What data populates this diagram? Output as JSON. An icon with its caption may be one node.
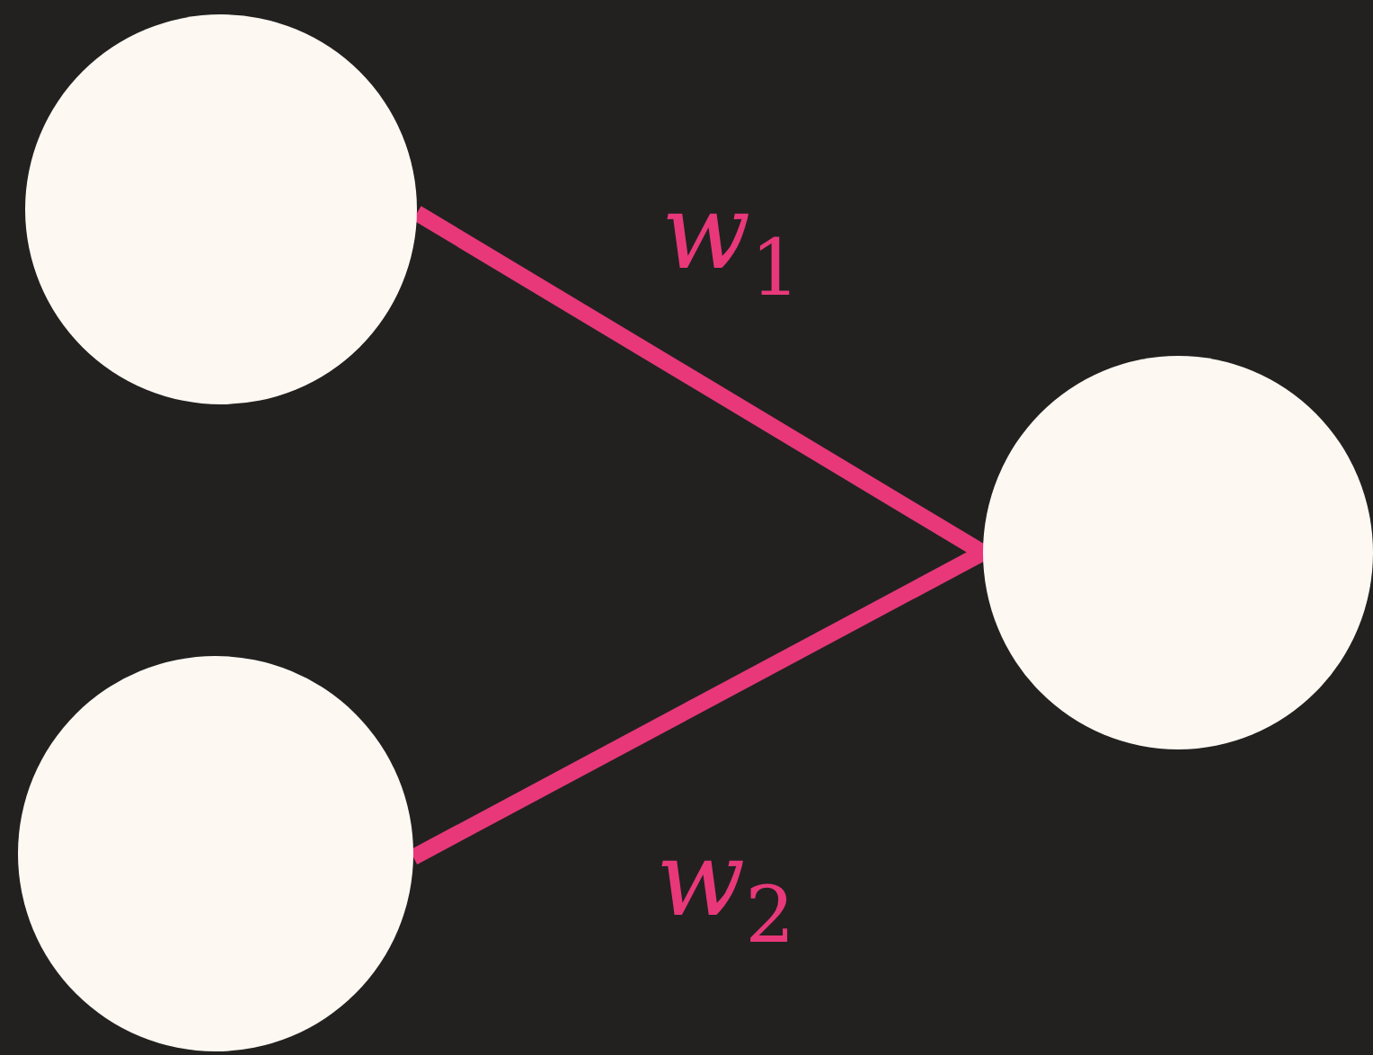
{
  "diagram": {
    "nodes": [
      {
        "text": [],
        "shape": "circle"
      },
      {
        "text": [],
        "shape": "circle"
      },
      {
        "text": [],
        "shape": "circle"
      }
    ],
    "edges": [
      {
        "from": 0,
        "to": 2,
        "arrow": "none",
        "label": "*w*$_{1}$"
      },
      {
        "from": 1,
        "to": 2,
        "arrow": "none",
        "label": "*w*$_{2}$"
      }
    ]
  }
}
